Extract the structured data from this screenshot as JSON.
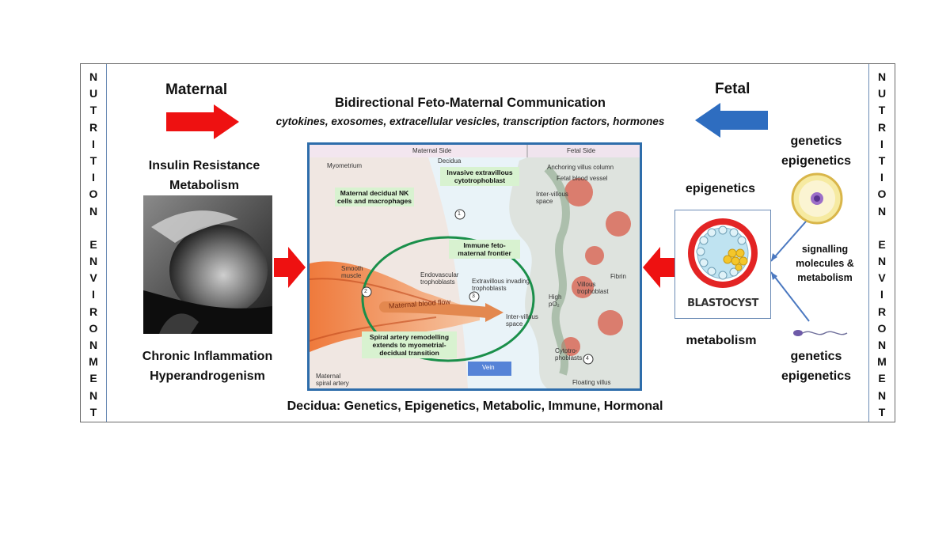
{
  "side_panels": {
    "left_letters": [
      "N",
      "U",
      "T",
      "R",
      "I",
      "T",
      "I",
      "O",
      "N",
      "",
      "E",
      "N",
      "V",
      "I",
      "R",
      "O",
      "N",
      "M",
      "E",
      "N",
      "T"
    ],
    "right_letters": [
      "N",
      "U",
      "T",
      "R",
      "I",
      "T",
      "I",
      "O",
      "N",
      "",
      "E",
      "N",
      "V",
      "I",
      "R",
      "O",
      "N",
      "M",
      "E",
      "N",
      "T"
    ]
  },
  "header": {
    "maternal": "Maternal",
    "fetal": "Fetal",
    "communication_title": "Bidirectional Feto-Maternal Communication",
    "communication_subtitle": "cytokines, exosomes, extracellular vesicles, transcription factors, hormones"
  },
  "maternal_side": {
    "line1": "Insulin Resistance",
    "line2": "Metabolism",
    "line3": "Chronic Inflammation",
    "line4": "Hyperandrogenism"
  },
  "fetal_side": {
    "genetics_top_1": "genetics",
    "genetics_top_2": "epigenetics",
    "epigenetics": "epigenetics",
    "metabolism": "metabolism",
    "signalling_1": "signalling",
    "signalling_2": "molecules &",
    "signalling_3": "metabolism",
    "genetics_bot_1": "genetics",
    "genetics_bot_2": "epigenetics",
    "blastocyst": "BLASTOCYST"
  },
  "footer": {
    "decidua": "Decidua: Genetics, Epigenetics, Metabolic, Immune, Hormonal"
  },
  "centre_figure": {
    "maternal_side": "Maternal Side",
    "fetal_side": "Fetal Side",
    "myometrium": "Myometrium",
    "decidua": "Decidua",
    "anchoring": "Anchoring villus column",
    "fetal_vessel": "Fetal blood vessel",
    "intervillous_1": "Inter-villous",
    "intervillous_2": "space",
    "smooth_1": "Smooth",
    "smooth_2": "muscle",
    "endo_1": "Endovascular",
    "endo_2": "trophoblasts",
    "evt_1": "Extravillous invading",
    "evt_2": "trophoblasts",
    "blood_flow": "Maternal blood flow",
    "high_1": "High",
    "high_2": "pO₂",
    "villous_1": "Villous",
    "villous_2": "trophoblast",
    "fibrin": "Fibrin",
    "iv2_1": "Inter-villous",
    "iv2_2": "space",
    "cyto_1": "Cytotro-",
    "cyto_2": "phoblasts",
    "vein": "Vein",
    "spiral_1": "Maternal",
    "spiral_2": "spiral artery",
    "floating": "Floating villus",
    "callout_invasive": "Invasive extravillous cytotrophoblast",
    "callout_nk": "Maternal decidual NK cells and macrophages",
    "callout_immune": "Immune feto-maternal frontier",
    "callout_spiral": "Spiral artery remodelling extends to myometrial-decidual transition",
    "n1": "1",
    "n2": "2",
    "n3": "3",
    "n4": "4"
  },
  "colors": {
    "maternal_arrow": "#ee1111",
    "fetal_arrow": "#2e6dc0",
    "frame_border": "#2e6dab",
    "ellipse": "#1a8f4a",
    "callout_bg": "#d8f2d0"
  },
  "icons": [
    "right-arrow-icon",
    "left-arrow-icon",
    "oocyte-icon",
    "sperm-icon",
    "blastocyst-icon"
  ]
}
